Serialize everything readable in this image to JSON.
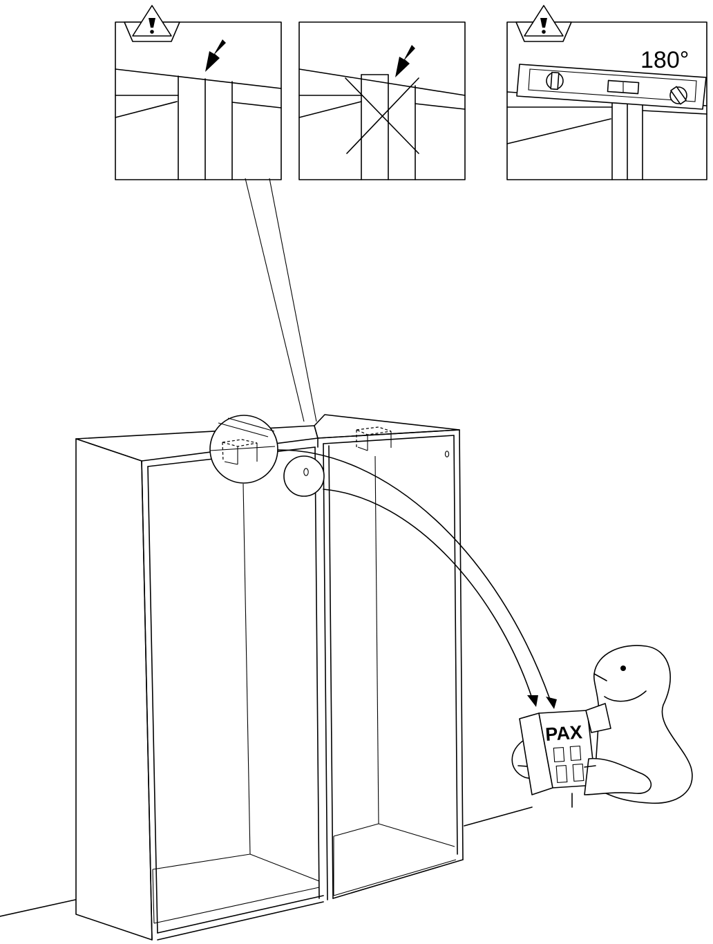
{
  "instruction_page": {
    "panels": [
      {
        "id": "correct",
        "warning": true
      },
      {
        "id": "incorrect",
        "warning": false,
        "crossed_out": true
      },
      {
        "id": "level",
        "warning": true,
        "rotation_label": "180°"
      }
    ],
    "booklet": {
      "title": "PAX"
    }
  },
  "icons": {
    "warning": "warning-triangle-icon",
    "arrow": "push-arrow-icon",
    "cross": "cross-out-icon",
    "level": "spirit-level-icon"
  },
  "colors": {
    "line": "#000000",
    "background": "#ffffff"
  }
}
